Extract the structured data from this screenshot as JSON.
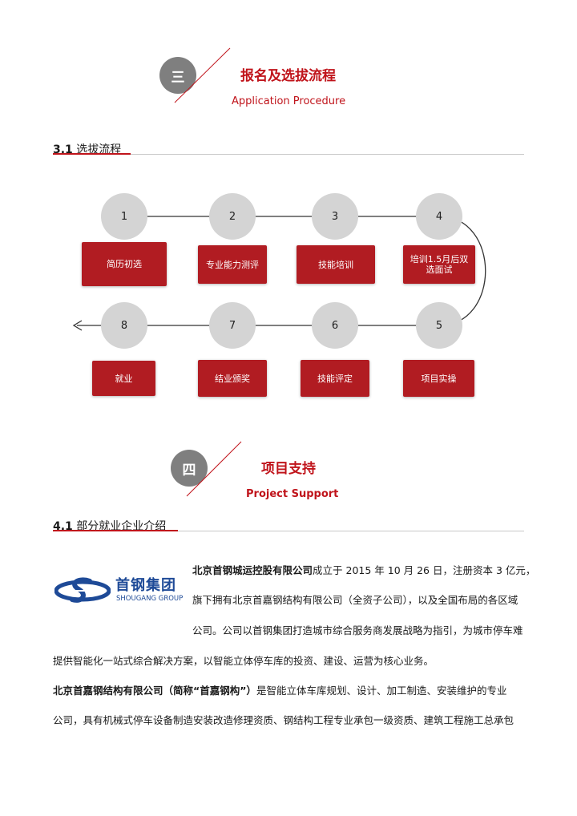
{
  "section3": {
    "number": "三",
    "title": "报名及选拔流程",
    "subtitle": "Application Procedure",
    "sub_number": "3.1",
    "sub_title": "选拔流程"
  },
  "flow": {
    "steps": [
      {
        "num": "1",
        "label": "简历初选"
      },
      {
        "num": "2",
        "label": "专业能力测评"
      },
      {
        "num": "3",
        "label": "技能培训"
      },
      {
        "num": "4",
        "label": "培训1.5月后双选面试"
      },
      {
        "num": "5",
        "label": "项目实操"
      },
      {
        "num": "6",
        "label": "技能评定"
      },
      {
        "num": "7",
        "label": "结业颁奖"
      },
      {
        "num": "8",
        "label": "就业"
      }
    ]
  },
  "section4": {
    "number": "四",
    "title": "项目支持",
    "subtitle": "Project Support",
    "sub_number": "4.1",
    "sub_title": "部分就业企业介绍"
  },
  "logo": {
    "cn": "首钢集团",
    "en": "SHOUGANG GROUP",
    "color": "#1e4a97"
  },
  "intro": {
    "company1_name": "北京首钢城运控股有限公司",
    "line1_rest": "成立于 2015  年 10  月 26  日，注册资本 3 亿元，",
    "line2": "旗下拥有北京首嘉钢结构有限公司（全资子公司），以及全国布局的各区域",
    "line3": "公司。公司以首钢集团打造城市综合服务商发展战略为指引，为城市停车难",
    "line4": "提供智能化一站式综合解决方案，以智能立体停车库的投资、建设、运营为核心业务。",
    "company2_name": "北京首嘉钢结构有限公司（简称“首嘉钢构”）",
    "line5_rest": "是智能立体车库规划、设计、加工制造、安装维护的专业",
    "line6": "公司，具有机械式停车设备制造安装改造修理资质、钢结构工程专业承包一级资质、建筑工程施工总承包"
  },
  "colors": {
    "accent": "#c0141b",
    "box": "#b11c22",
    "circle": "#d4d4d4"
  }
}
